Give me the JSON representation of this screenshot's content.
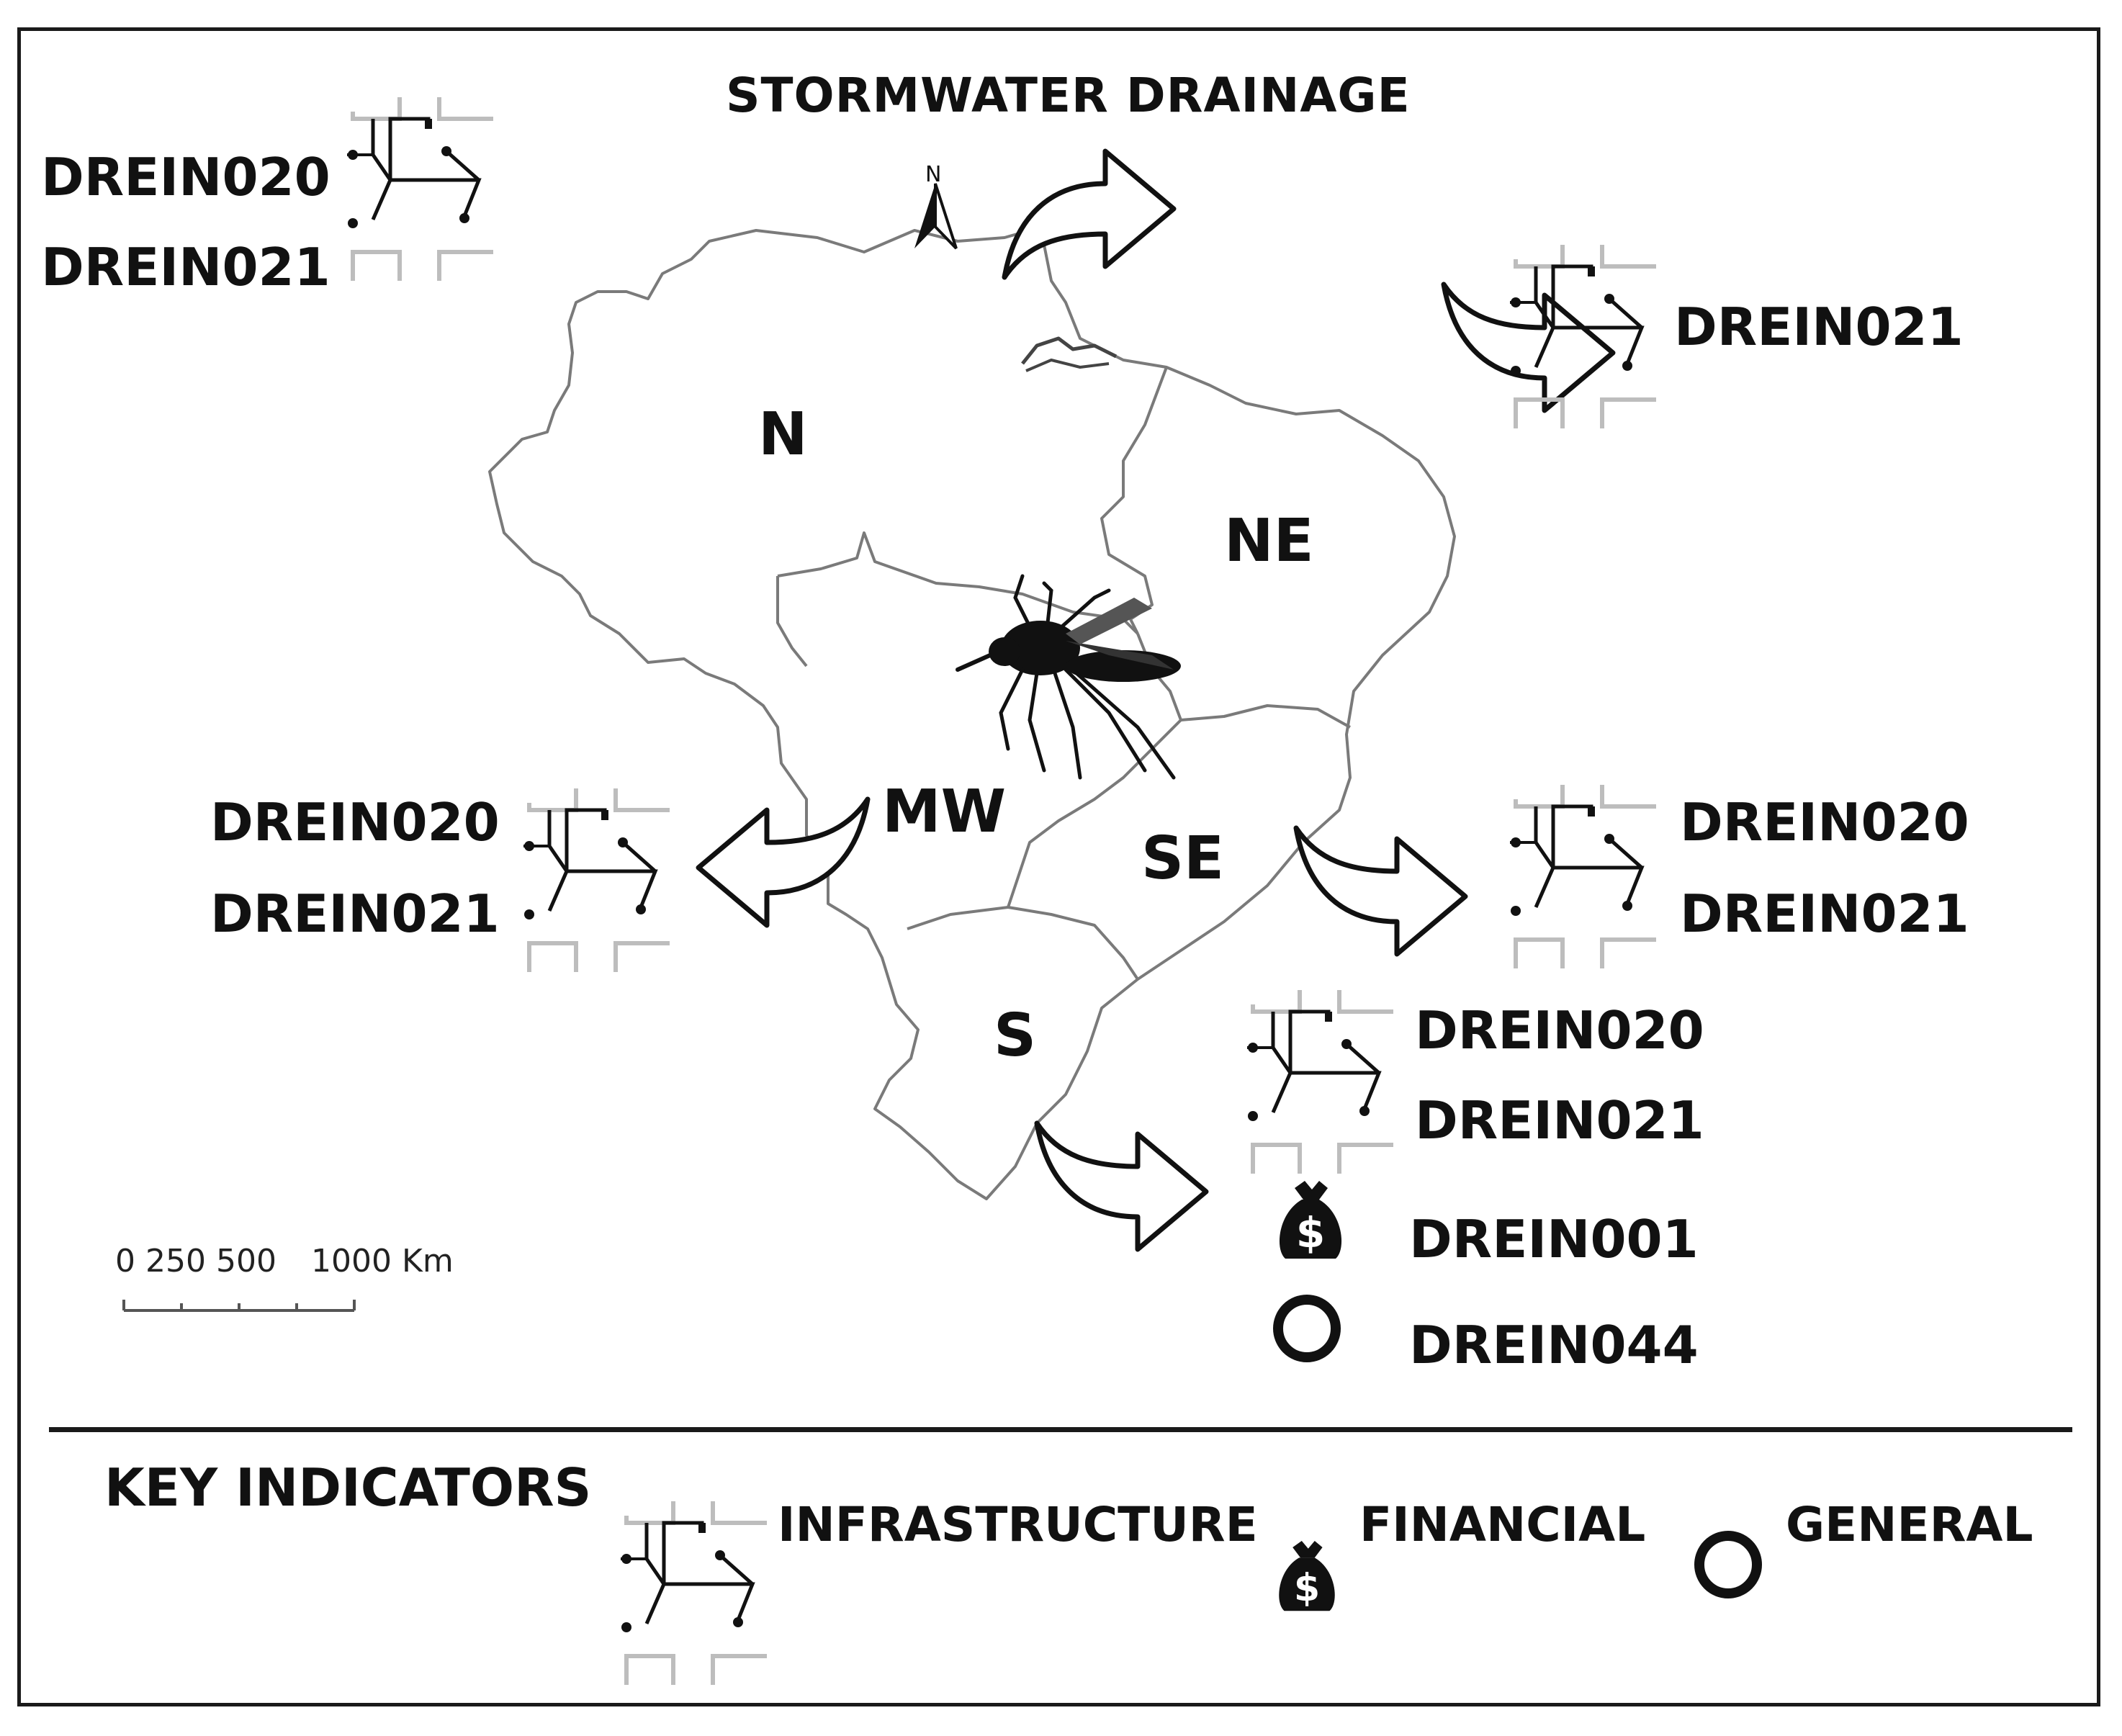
{
  "title": "STORMWATER DRAINAGE",
  "north_label": "N",
  "regions": {
    "n": "N",
    "ne": "NE",
    "mw": "MW",
    "se": "SE",
    "s": "S"
  },
  "indicators": {
    "north": [
      "DREIN020",
      "DREIN021"
    ],
    "northeast": [
      "DREIN021"
    ],
    "midwest": [
      "DREIN020",
      "DREIN021"
    ],
    "southeast": [
      "DREIN020",
      "DREIN021"
    ],
    "south_infrastructure": [
      "DREIN020",
      "DREIN021"
    ],
    "south_financial": "DREIN001",
    "south_general": "DREIN044"
  },
  "scale_bar": {
    "label_left": "0 250 500",
    "label_right": "1000 Km",
    "ticks": [
      0,
      250,
      500,
      750,
      1000
    ]
  },
  "legend": {
    "title": "KEY INDICATORS",
    "infrastructure": "INFRASTRUCTURE",
    "financial": "FINANCIAL",
    "general": "GENERAL"
  },
  "colors": {
    "ink": "#111111",
    "border_line": "#7a7a7a",
    "background": "#ffffff"
  }
}
